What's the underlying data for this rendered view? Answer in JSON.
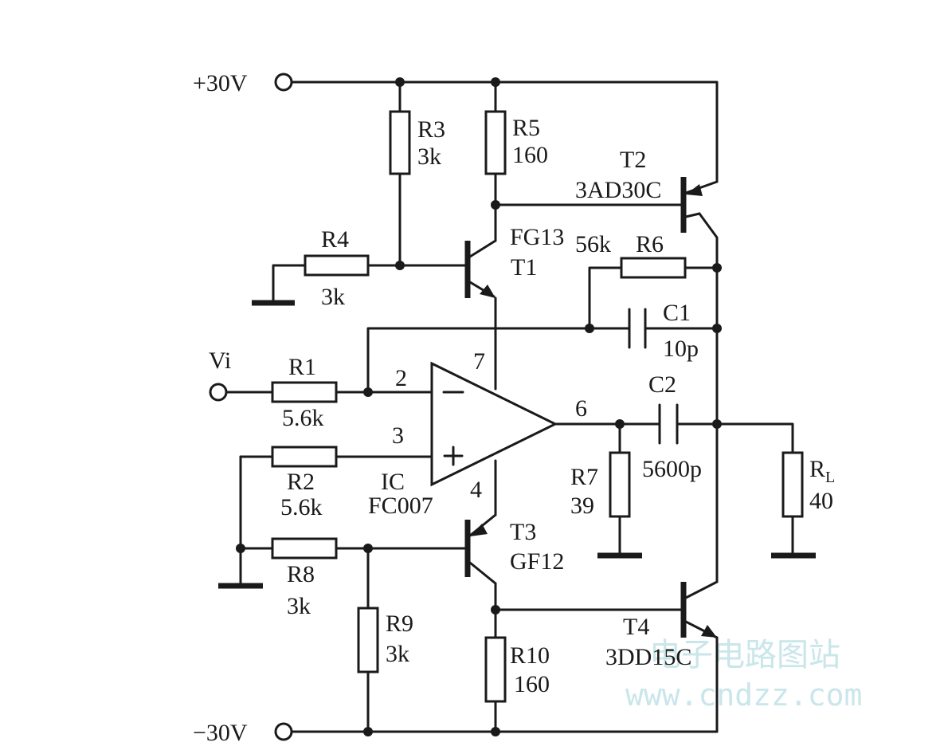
{
  "supplies": {
    "positive": "+30V",
    "negative": "−30V"
  },
  "input": {
    "label": "Vi"
  },
  "resistors": {
    "r1": {
      "name": "R1",
      "value": "5.6k"
    },
    "r2": {
      "name": "R2",
      "value": "5.6k"
    },
    "r3": {
      "name": "R3",
      "value": "3k"
    },
    "r4": {
      "name": "R4",
      "value": "3k"
    },
    "r5": {
      "name": "R5",
      "value": "160"
    },
    "r6": {
      "name": "R6",
      "value": "56k"
    },
    "r7": {
      "name": "R7",
      "value": "39"
    },
    "r8": {
      "name": "R8",
      "value": "3k"
    },
    "r9": {
      "name": "R9",
      "value": "3k"
    },
    "r10": {
      "name": "R10",
      "value": "160"
    },
    "rl": {
      "name": "R",
      "sub": "L",
      "value": "40"
    }
  },
  "capacitors": {
    "c1": {
      "name": "C1",
      "value": "10p"
    },
    "c2": {
      "name": "C2",
      "value": "5600p"
    }
  },
  "transistors": {
    "t1": {
      "name": "T1",
      "part": "FG13"
    },
    "t2": {
      "name": "T2",
      "part": "3AD30C"
    },
    "t3": {
      "name": "T3",
      "part": "GF12"
    },
    "t4": {
      "name": "T4",
      "part": "3DD15C"
    }
  },
  "opamp": {
    "name": "IC",
    "part": "FC007",
    "pins": {
      "inv": "2",
      "noninv": "3",
      "out": "6",
      "vpos": "7",
      "vneg": "4"
    },
    "inv_symbol": "−",
    "noninv_symbol": "+"
  },
  "watermark": {
    "line1": "电子电路图站",
    "line2": "www.cndzz.com"
  }
}
